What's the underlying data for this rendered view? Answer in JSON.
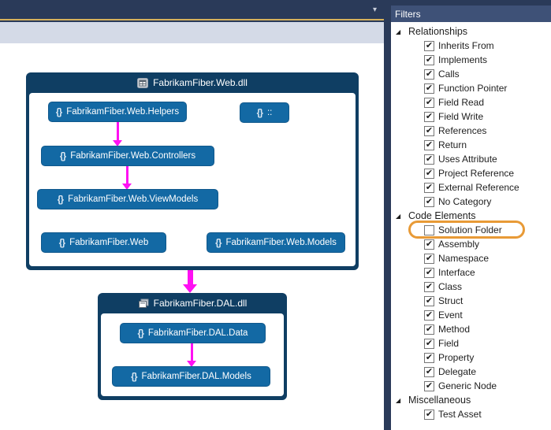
{
  "icons": {
    "dropdown": "▾",
    "collapse_triangle": "◢",
    "checkmark": "✔",
    "namespace": "{}"
  },
  "colors": {
    "edge_magenta": "#FF10F3",
    "node_blue": "#1369A4",
    "container_navy": "#0F3E63",
    "highlight_orange": "#E89A36",
    "toolbar_navy": "#2A3A59",
    "gold_line": "#D6B15C"
  },
  "filters": {
    "title": "Filters",
    "sections": [
      {
        "label": "Relationships",
        "items": [
          {
            "label": "Inherits From",
            "checked": true
          },
          {
            "label": "Implements",
            "checked": true
          },
          {
            "label": "Calls",
            "checked": true
          },
          {
            "label": "Function Pointer",
            "checked": true
          },
          {
            "label": "Field Read",
            "checked": true
          },
          {
            "label": "Field Write",
            "checked": true
          },
          {
            "label": "References",
            "checked": true
          },
          {
            "label": "Return",
            "checked": true
          },
          {
            "label": "Uses Attribute",
            "checked": true
          },
          {
            "label": "Project Reference",
            "checked": true
          },
          {
            "label": "External Reference",
            "checked": true
          },
          {
            "label": "No Category",
            "checked": true
          }
        ]
      },
      {
        "label": "Code Elements",
        "items": [
          {
            "label": "Solution Folder",
            "checked": false,
            "highlighted": true
          },
          {
            "label": "Assembly",
            "checked": true
          },
          {
            "label": "Namespace",
            "checked": true
          },
          {
            "label": "Interface",
            "checked": true
          },
          {
            "label": "Class",
            "checked": true
          },
          {
            "label": "Struct",
            "checked": true
          },
          {
            "label": "Event",
            "checked": true
          },
          {
            "label": "Method",
            "checked": true
          },
          {
            "label": "Field",
            "checked": true
          },
          {
            "label": "Property",
            "checked": true
          },
          {
            "label": "Delegate",
            "checked": true
          },
          {
            "label": "Generic Node",
            "checked": true
          }
        ]
      },
      {
        "label": "Miscellaneous",
        "items": [
          {
            "label": "Test Asset",
            "checked": true
          }
        ]
      }
    ]
  },
  "diagram": {
    "containers": [
      {
        "title": "FabrikamFiber.Web.dll",
        "nodes": [
          {
            "label": "FabrikamFiber.Web.Helpers"
          },
          {
            "label": "::"
          },
          {
            "label": "FabrikamFiber.Web.Controllers"
          },
          {
            "label": "FabrikamFiber.Web.ViewModels"
          },
          {
            "label": "FabrikamFiber.Web"
          },
          {
            "label": "FabrikamFiber.Web.Models"
          }
        ]
      },
      {
        "title": "FabrikamFiber.DAL.dll",
        "nodes": [
          {
            "label": "FabrikamFiber.DAL.Data"
          },
          {
            "label": "FabrikamFiber.DAL.Models"
          }
        ]
      }
    ],
    "edges": [
      {
        "from": "FabrikamFiber.Web.Helpers",
        "to": "FabrikamFiber.Web.Controllers"
      },
      {
        "from": "FabrikamFiber.Web.Controllers",
        "to": "FabrikamFiber.Web.ViewModels"
      },
      {
        "from": "FabrikamFiber.Web.dll",
        "to": "FabrikamFiber.DAL.dll"
      },
      {
        "from": "FabrikamFiber.DAL.Data",
        "to": "FabrikamFiber.DAL.Models"
      }
    ]
  }
}
